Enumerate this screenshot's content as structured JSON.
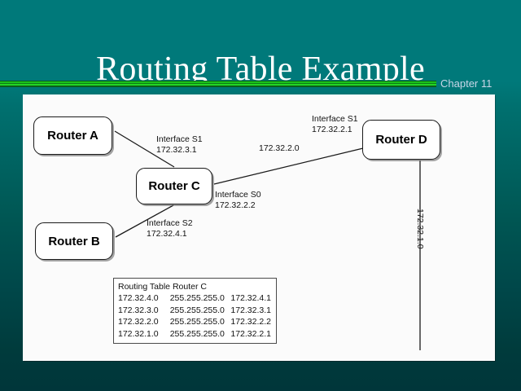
{
  "slide": {
    "title": "Routing Table Example",
    "chapter": "Chapter 11",
    "accent_green": "#19c219",
    "background_top": "#00797a",
    "background_bottom": "#00363a",
    "panel_background": "#fbfbfb"
  },
  "diagram": {
    "routers": [
      {
        "id": "a",
        "label": "Router A"
      },
      {
        "id": "b",
        "label": "Router B"
      },
      {
        "id": "c",
        "label": "Router C"
      },
      {
        "id": "d",
        "label": "Router D"
      }
    ],
    "link_labels": [
      {
        "id": "s1-c",
        "line1": "Interface S1",
        "line2": "172.32.3.1"
      },
      {
        "id": "s0-c",
        "line1": "Interface S0",
        "line2": "172.32.2.2"
      },
      {
        "id": "s2-c",
        "line1": "Interface S2",
        "line2": "172.32.4.1"
      },
      {
        "id": "s1-d",
        "line1": "Interface S1",
        "line2": "172.32.2.1"
      }
    ],
    "network_label": "172.32.2.0",
    "vertical_network_label": "172.32.1.0"
  },
  "routing_table": {
    "title": "Routing Table Router C",
    "rows": [
      {
        "network": "172.32.4.0",
        "mask": "255.255.255.0",
        "next_hop": "172.32.4.1"
      },
      {
        "network": "172.32.3.0",
        "mask": "255.255.255.0",
        "next_hop": "172.32.3.1"
      },
      {
        "network": "172.32.2.0",
        "mask": "255.255.255.0",
        "next_hop": "172.32.2.2"
      },
      {
        "network": "172.32.1.0",
        "mask": "255.255.255.0",
        "next_hop": "172.32.2.1"
      }
    ]
  }
}
